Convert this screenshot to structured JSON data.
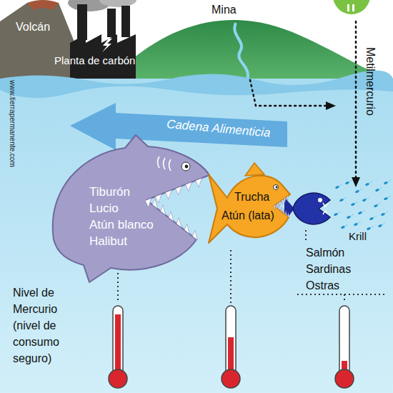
{
  "diagram": {
    "nodes": [
      {
        "text": [
          "Tiburón",
          "Lucio",
          "Atún blanco",
          "Halibut"
        ]
      },
      {
        "text": [
          "Trucha",
          "Atún (lata)"
        ]
      }
    ],
    "labels": [
      "Volcán",
      "Planta de carbón",
      "Mina",
      "Metilmercurio",
      "www.tierrapermanente.com",
      "Cadena Alimenticia",
      "Krill",
      "Salmón",
      "Sardinas",
      "Ostras",
      "Nivel de Mercurio (nivel de consumo seguro)"
    ]
  }
}
